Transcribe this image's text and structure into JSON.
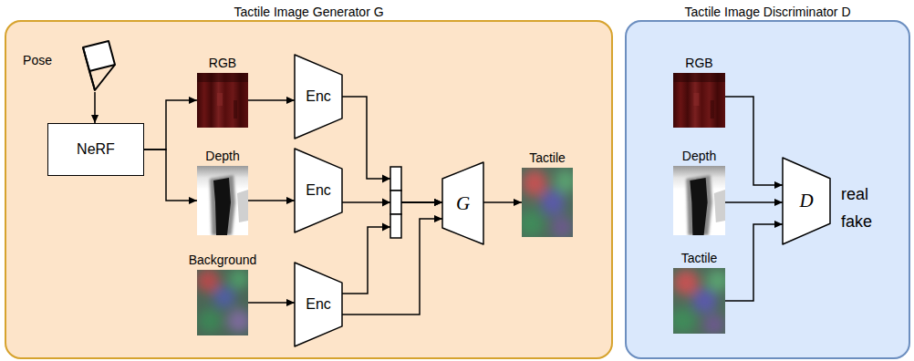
{
  "diagram": {
    "nodes": [
      {
        "text": [
          "Tactile Image Generator G"
        ]
      },
      {
        "text": [
          "Pose"
        ],
        "in": 0
      },
      {
        "text": [
          "NeRF"
        ],
        "in": 0
      },
      {
        "text": [
          "RGB"
        ],
        "in": 0
      },
      {
        "text": [
          "Depth"
        ],
        "in": 0
      },
      {
        "text": [
          "Background"
        ],
        "in": 0
      },
      {
        "text": [
          "Enc"
        ],
        "in": 0
      },
      {
        "text": [
          "Enc"
        ],
        "in": 0
      },
      {
        "text": [
          "Enc"
        ],
        "in": 0
      },
      {
        "text": [
          "G"
        ],
        "in": 0
      },
      {
        "text": [
          "Tactile"
        ],
        "in": 0
      },
      {
        "text": [
          "Tactile Image Discriminator D"
        ]
      },
      {
        "text": [
          "RGB"
        ],
        "in": 11
      },
      {
        "text": [
          "Depth"
        ],
        "in": 11
      },
      {
        "text": [
          "Tactile"
        ],
        "in": 11
      },
      {
        "text": [
          "D"
        ],
        "in": 11
      }
    ],
    "edges": [
      {
        "from": 1,
        "to": 2,
        "arrow": "to"
      },
      {
        "from": 2,
        "to": 3,
        "arrow": "to"
      },
      {
        "from": 2,
        "to": 4,
        "arrow": "to"
      },
      {
        "from": 3,
        "to": 6,
        "arrow": "to"
      },
      {
        "from": 4,
        "to": 7,
        "arrow": "to"
      },
      {
        "from": 5,
        "to": 8,
        "arrow": "to"
      },
      {
        "from": 6,
        "to": 9,
        "arrow": "to"
      },
      {
        "from": 7,
        "to": 9,
        "arrow": "to"
      },
      {
        "from": 8,
        "to": 9,
        "arrow": "to"
      },
      {
        "from": 8,
        "to": 9,
        "arrow": "to"
      },
      {
        "from": 9,
        "to": 10,
        "arrow": "to"
      },
      {
        "from": 12,
        "to": 15,
        "arrow": "to"
      },
      {
        "from": 13,
        "to": 15,
        "arrow": "to"
      },
      {
        "from": 14,
        "to": 15,
        "arrow": "to"
      }
    ],
    "labels": [
      "real",
      "fake"
    ]
  }
}
